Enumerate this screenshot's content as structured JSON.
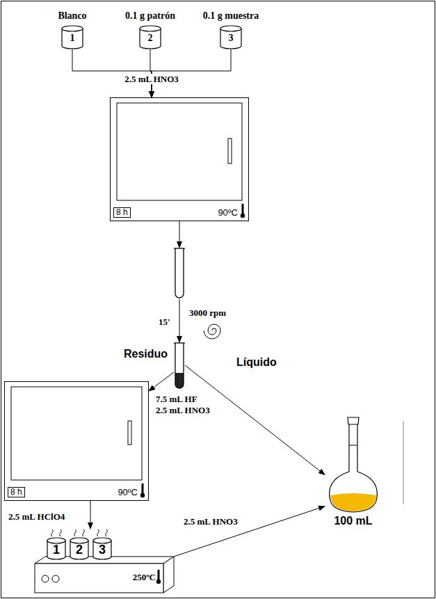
{
  "diagram": {
    "nodes": [
      {
        "text": [
          "Blanco",
          "1"
        ]
      },
      {
        "text": [
          "0.1 g patrón",
          "2"
        ]
      },
      {
        "text": [
          "0.1 g muestra",
          "3"
        ]
      },
      {
        "text": [
          "8 h",
          "90ºC"
        ]
      },
      {
        "text": []
      },
      {
        "text": []
      },
      {
        "text": [
          "8 h",
          "90ºC"
        ]
      },
      {
        "text": [
          "250ºC"
        ]
      },
      {
        "text": [
          "1"
        ],
        "in": 7
      },
      {
        "text": [
          "2"
        ],
        "in": 7
      },
      {
        "text": [
          "3"
        ],
        "in": 7
      },
      {
        "text": [
          "100 mL"
        ]
      }
    ],
    "edges": [
      {
        "from": 0,
        "to": 3,
        "arrow": "to"
      },
      {
        "from": 1,
        "to": 3,
        "label": "2.5 mL HNO3",
        "arrow": "to"
      },
      {
        "from": 2,
        "to": 3,
        "arrow": "to"
      },
      {
        "from": 3,
        "to": 4,
        "arrow": "to"
      },
      {
        "from": 4,
        "to": 5,
        "label": "15'",
        "arrow": "to"
      },
      {
        "from": 5,
        "to": 6,
        "label": "Residuo",
        "arrow": "to"
      },
      {
        "from": 5,
        "to": 11,
        "label": "Líquido",
        "arrow": "to"
      },
      {
        "from": 6,
        "to": 7,
        "label": "2.5 mL HClO4",
        "arrow": "to"
      },
      {
        "from": 7,
        "to": 11,
        "label": "2.5 mL HNO3",
        "arrow": "to"
      }
    ],
    "labels": [
      "3000 rpm",
      "7.5 mL HF",
      "2.5 mL HNO3"
    ]
  }
}
